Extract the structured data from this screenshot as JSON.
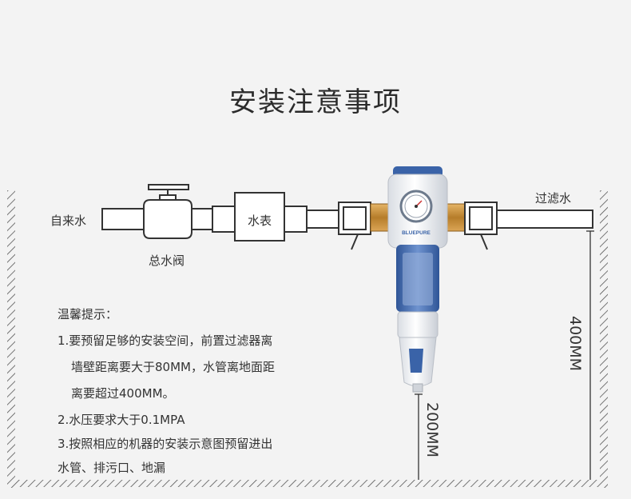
{
  "title": "安装注意事项",
  "labels": {
    "inlet": "自来水",
    "main_valve": "总水阀",
    "water_meter": "水表",
    "outlet": "过滤水",
    "brand": "BLUEPURE"
  },
  "tips": {
    "heading": "温馨提示：",
    "lines": [
      "1.要预留足够的安装空间，前置过滤器离",
      "墙壁距离要大于80MM，水管离地面距",
      "离要超过400MM。",
      "2.水压要求大于0.1MPA",
      "3.按照相应的机器的安装示意图预留进出",
      "水管、排污口、地漏"
    ]
  },
  "dimensions": {
    "height_pipe": "400MM",
    "height_bottom": "200MM"
  },
  "colors": {
    "background": "#f3f3f3",
    "line": "#333333",
    "filter_blue": "#3f66a8",
    "brass": "#c8923a"
  }
}
